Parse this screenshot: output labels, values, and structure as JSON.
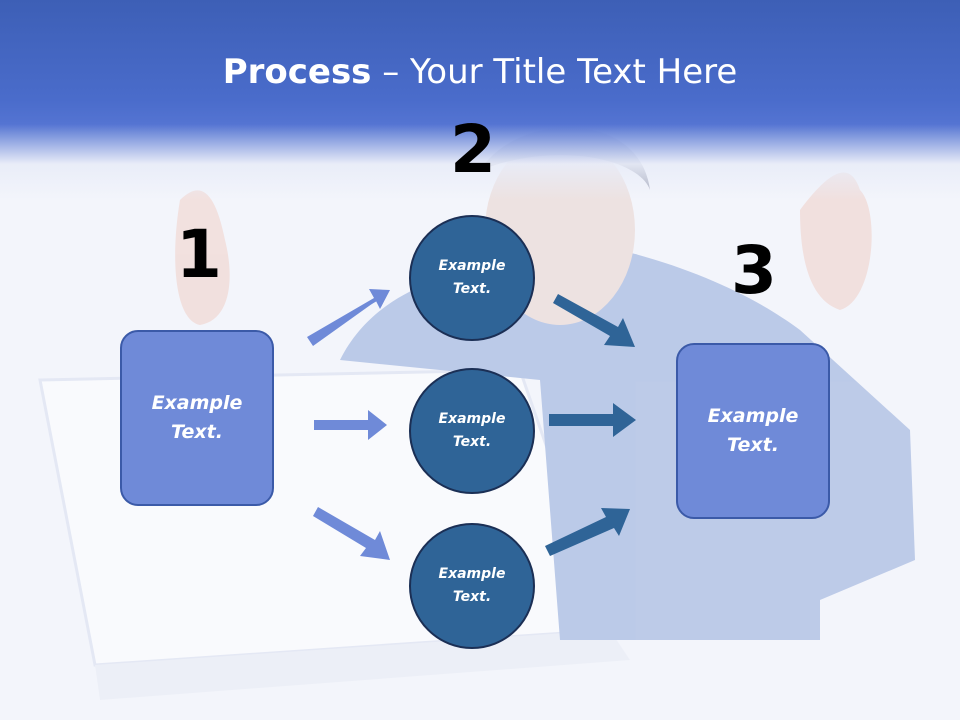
{
  "title": {
    "bold": "Process",
    "rest": " – Your Title Text Here"
  },
  "steps": {
    "one": "1",
    "two": "2",
    "three": "3"
  },
  "left_box": {
    "label": "Example Text."
  },
  "right_box": {
    "label": "Example Text."
  },
  "circles": [
    {
      "label": "Example Text."
    },
    {
      "label": "Example Text."
    },
    {
      "label": "Example Text."
    }
  ],
  "colors": {
    "header": "#4a6ccb",
    "box_fill": "#6f8ad8",
    "circle_fill": "#2f6497",
    "arrow_light": "#6f8ad8",
    "arrow_dark": "#2f6497"
  }
}
